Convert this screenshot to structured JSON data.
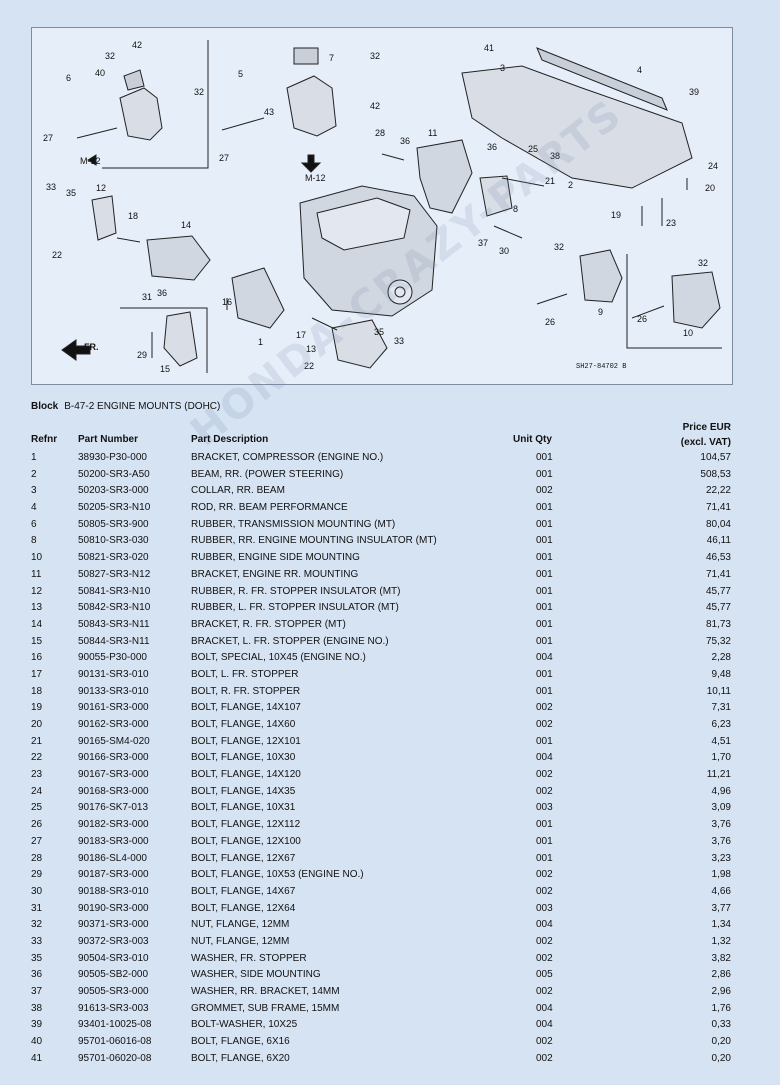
{
  "diagram": {
    "code": "SH27-84702 B",
    "arrows": [
      "M-12",
      "M-12",
      "FR."
    ],
    "callouts": [
      "1",
      "2",
      "3",
      "4",
      "5",
      "6",
      "7",
      "8",
      "9",
      "10",
      "11",
      "12",
      "13",
      "14",
      "15",
      "16",
      "17",
      "18",
      "19",
      "20",
      "21",
      "22",
      "23",
      "24",
      "25",
      "26",
      "27",
      "28",
      "29",
      "30",
      "31",
      "32",
      "33",
      "35",
      "36",
      "37",
      "38",
      "39",
      "40",
      "41",
      "42",
      "43"
    ]
  },
  "watermark": "HONDA-CRAZY-PARTS",
  "block": {
    "label": "Block",
    "name": "B-47-2 ENGINE MOUNTS (DOHC)"
  },
  "headers": {
    "refnr": "Refnr",
    "part_number": "Part Number",
    "description": "Part Description",
    "unit_qty": "Unit Qty",
    "price_line1": "Price EUR",
    "price_line2": "(excl. VAT)"
  },
  "rows": [
    {
      "ref": "1",
      "pn": "38930-P30-000",
      "desc": "BRACKET, COMPRESSOR (ENGINE NO.)",
      "qty": "001",
      "price": "104,57"
    },
    {
      "ref": "2",
      "pn": "50200-SR3-A50",
      "desc": "BEAM, RR. (POWER STEERING)",
      "qty": "001",
      "price": "508,53"
    },
    {
      "ref": "3",
      "pn": "50203-SR3-000",
      "desc": "COLLAR, RR. BEAM",
      "qty": "002",
      "price": "22,22"
    },
    {
      "ref": "4",
      "pn": "50205-SR3-N10",
      "desc": "ROD, RR. BEAM PERFORMANCE",
      "qty": "001",
      "price": "71,41"
    },
    {
      "ref": "6",
      "pn": "50805-SR3-900",
      "desc": "RUBBER, TRANSMISSION MOUNTING (MT)",
      "qty": "001",
      "price": "80,04"
    },
    {
      "ref": "8",
      "pn": "50810-SR3-030",
      "desc": "RUBBER, RR. ENGINE MOUNTING INSULATOR (MT)",
      "qty": "001",
      "price": "46,11"
    },
    {
      "ref": "10",
      "pn": "50821-SR3-020",
      "desc": "RUBBER, ENGINE SIDE MOUNTING",
      "qty": "001",
      "price": "46,53"
    },
    {
      "ref": "11",
      "pn": "50827-SR3-N12",
      "desc": "BRACKET, ENGINE RR. MOUNTING",
      "qty": "001",
      "price": "71,41"
    },
    {
      "ref": "12",
      "pn": "50841-SR3-N10",
      "desc": "RUBBER, R. FR. STOPPER INSULATOR (MT)",
      "qty": "001",
      "price": "45,77"
    },
    {
      "ref": "13",
      "pn": "50842-SR3-N10",
      "desc": "RUBBER, L. FR. STOPPER INSULATOR (MT)",
      "qty": "001",
      "price": "45,77"
    },
    {
      "ref": "14",
      "pn": "50843-SR3-N11",
      "desc": "BRACKET, R. FR. STOPPER (MT)",
      "qty": "001",
      "price": "81,73"
    },
    {
      "ref": "15",
      "pn": "50844-SR3-N11",
      "desc": "BRACKET, L. FR. STOPPER (ENGINE NO.)",
      "qty": "001",
      "price": "75,32"
    },
    {
      "ref": "16",
      "pn": "90055-P30-000",
      "desc": "BOLT, SPECIAL, 10X45 (ENGINE NO.)",
      "qty": "004",
      "price": "2,28"
    },
    {
      "ref": "17",
      "pn": "90131-SR3-010",
      "desc": "BOLT, L. FR. STOPPER",
      "qty": "001",
      "price": "9,48"
    },
    {
      "ref": "18",
      "pn": "90133-SR3-010",
      "desc": "BOLT, R. FR. STOPPER",
      "qty": "001",
      "price": "10,11"
    },
    {
      "ref": "19",
      "pn": "90161-SR3-000",
      "desc": "BOLT, FLANGE, 14X107",
      "qty": "002",
      "price": "7,31"
    },
    {
      "ref": "20",
      "pn": "90162-SR3-000",
      "desc": "BOLT, FLANGE, 14X60",
      "qty": "002",
      "price": "6,23"
    },
    {
      "ref": "21",
      "pn": "90165-SM4-020",
      "desc": "BOLT, FLANGE, 12X101",
      "qty": "001",
      "price": "4,51"
    },
    {
      "ref": "22",
      "pn": "90166-SR3-000",
      "desc": "BOLT, FLANGE, 10X30",
      "qty": "004",
      "price": "1,70"
    },
    {
      "ref": "23",
      "pn": "90167-SR3-000",
      "desc": "BOLT, FLANGE, 14X120",
      "qty": "002",
      "price": "11,21"
    },
    {
      "ref": "24",
      "pn": "90168-SR3-000",
      "desc": "BOLT, FLANGE, 14X35",
      "qty": "002",
      "price": "4,96"
    },
    {
      "ref": "25",
      "pn": "90176-SK7-013",
      "desc": "BOLT, FLANGE, 10X31",
      "qty": "003",
      "price": "3,09"
    },
    {
      "ref": "26",
      "pn": "90182-SR3-000",
      "desc": "BOLT, FLANGE, 12X112",
      "qty": "001",
      "price": "3,76"
    },
    {
      "ref": "27",
      "pn": "90183-SR3-000",
      "desc": "BOLT, FLANGE, 12X100",
      "qty": "001",
      "price": "3,76"
    },
    {
      "ref": "28",
      "pn": "90186-SL4-000",
      "desc": "BOLT, FLANGE, 12X67",
      "qty": "001",
      "price": "3,23"
    },
    {
      "ref": "29",
      "pn": "90187-SR3-000",
      "desc": "BOLT, FLANGE, 10X53 (ENGINE NO.)",
      "qty": "002",
      "price": "1,98"
    },
    {
      "ref": "30",
      "pn": "90188-SR3-010",
      "desc": "BOLT, FLANGE, 14X67",
      "qty": "002",
      "price": "4,66"
    },
    {
      "ref": "31",
      "pn": "90190-SR3-000",
      "desc": "BOLT, FLANGE, 12X64",
      "qty": "003",
      "price": "3,77"
    },
    {
      "ref": "32",
      "pn": "90371-SR3-000",
      "desc": "NUT, FLANGE, 12MM",
      "qty": "004",
      "price": "1,34"
    },
    {
      "ref": "33",
      "pn": "90372-SR3-003",
      "desc": "NUT, FLANGE, 12MM",
      "qty": "002",
      "price": "1,32"
    },
    {
      "ref": "35",
      "pn": "90504-SR3-010",
      "desc": "WASHER, FR. STOPPER",
      "qty": "002",
      "price": "3,82"
    },
    {
      "ref": "36",
      "pn": "90505-SB2-000",
      "desc": "WASHER, SIDE MOUNTING",
      "qty": "005",
      "price": "2,86"
    },
    {
      "ref": "37",
      "pn": "90505-SR3-000",
      "desc": "WASHER, RR. BRACKET, 14MM",
      "qty": "002",
      "price": "2,96"
    },
    {
      "ref": "38",
      "pn": "91613-SR3-003",
      "desc": "GROMMET, SUB FRAME, 15MM",
      "qty": "004",
      "price": "1,76"
    },
    {
      "ref": "39",
      "pn": "93401-10025-08",
      "desc": "BOLT-WASHER, 10X25",
      "qty": "004",
      "price": "0,33"
    },
    {
      "ref": "40",
      "pn": "95701-06016-08",
      "desc": "BOLT, FLANGE, 6X16",
      "qty": "002",
      "price": "0,20"
    },
    {
      "ref": "41",
      "pn": "95701-06020-08",
      "desc": "BOLT, FLANGE, 6X20",
      "qty": "002",
      "price": "0,20"
    }
  ]
}
